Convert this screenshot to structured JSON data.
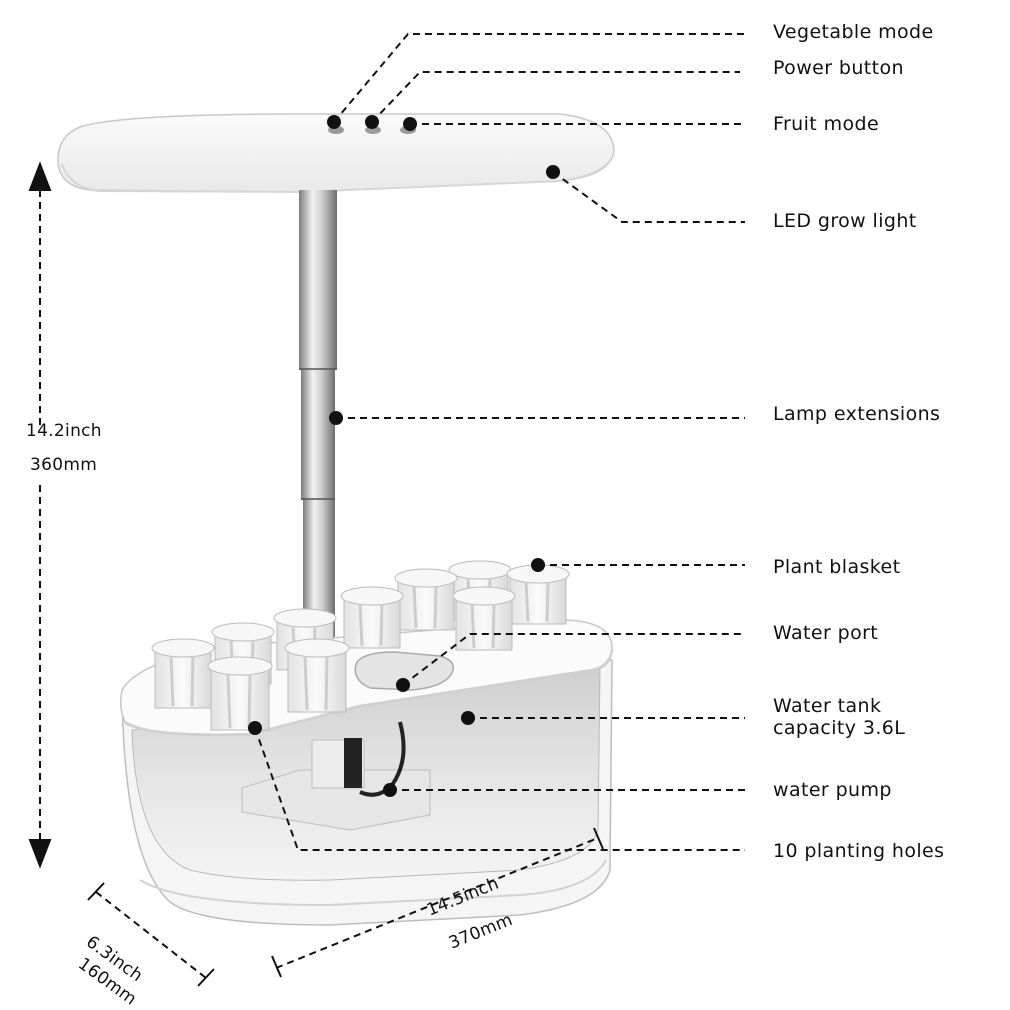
{
  "callouts": [
    {
      "id": "vegetable-mode",
      "text": "Vegetable mode"
    },
    {
      "id": "power-button",
      "text": "Power button"
    },
    {
      "id": "fruit-mode",
      "text": "Fruit mode"
    },
    {
      "id": "led-grow-light",
      "text": "LED grow light"
    },
    {
      "id": "lamp-extensions",
      "text": "Lamp extensions"
    },
    {
      "id": "plant-basket",
      "text": "Plant blasket"
    },
    {
      "id": "water-port",
      "text": "Water port"
    },
    {
      "id": "water-tank-line1",
      "text": "Water tank"
    },
    {
      "id": "water-tank-line2",
      "text": "capacity 3.6L"
    },
    {
      "id": "water-pump",
      "text": "water pump"
    },
    {
      "id": "planting-holes",
      "text": "10 planting holes"
    }
  ],
  "dimensions": {
    "height_inch": "14.2inch",
    "height_mm": "360mm",
    "length_inch": "14.5inch",
    "length_mm": "370mm",
    "width_inch": "6.3inch",
    "width_mm": "160mm"
  }
}
